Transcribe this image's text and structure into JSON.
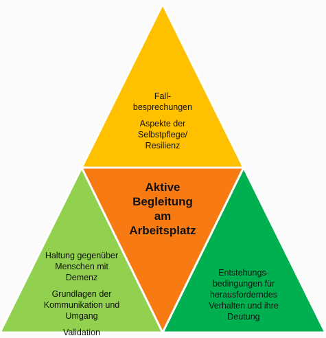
{
  "colors": {
    "top": "#ffc000",
    "left": "#92d050",
    "center": "#f77b12",
    "right": "#00b050",
    "border": "#ffffff"
  },
  "top_segment": {
    "item1_lines": [
      "Fall-",
      "besprechungen"
    ],
    "item2_lines": [
      "Aspekte der",
      "Selbstpflege/",
      "Resilienz"
    ]
  },
  "center_segment": {
    "lines": [
      "Aktive",
      "Begleitung",
      "am",
      "Arbeitsplatz"
    ]
  },
  "left_segment": {
    "item1_lines": [
      "Haltung gegenüber",
      "Menschen mit",
      "Demenz"
    ],
    "item2_lines": [
      "Grundlagen der",
      "Kommunikation und",
      "Umgang"
    ],
    "item3_lines": [
      "Validation"
    ]
  },
  "right_segment": {
    "item1_lines": [
      "Entstehungs-",
      "bedingungen für",
      "herausforderndes",
      "Verhalten und ihre",
      "Deutung"
    ]
  }
}
